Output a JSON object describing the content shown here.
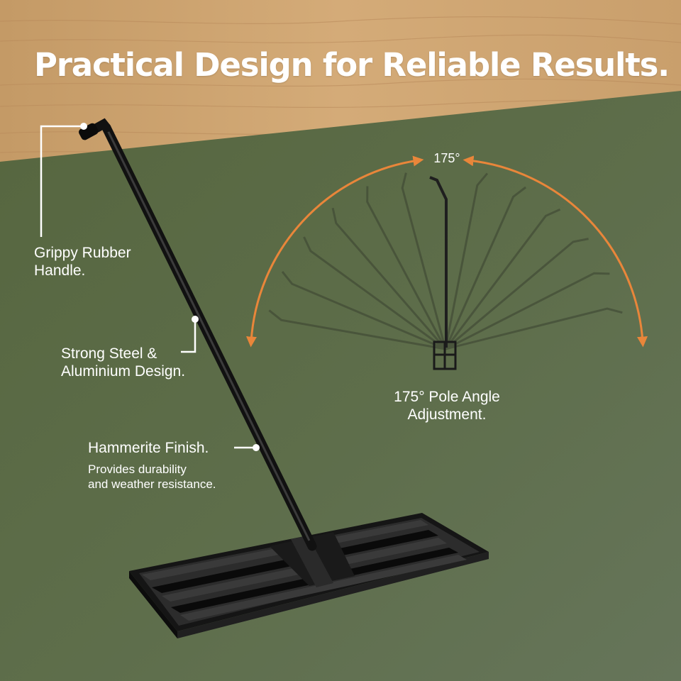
{
  "headline": "Practical Design for Reliable Results.",
  "callouts": {
    "handle": {
      "line1": "Grippy Rubber",
      "line2": "Handle."
    },
    "steel": {
      "line1": "Strong Steel &",
      "line2": "Aluminium Design."
    },
    "finish": {
      "title": "Hammerite Finish.",
      "line1": "Provides durability",
      "line2": "and weather resistance."
    },
    "angle": {
      "line1": "175° Pole Angle",
      "line2": "Adjustment."
    }
  },
  "angle_marker": "175°",
  "colors": {
    "wood": "#c9a06e",
    "ground": "#5b6b48",
    "arc": "#e9863a",
    "metal": "#1c1c1c",
    "text": "#ffffff"
  }
}
